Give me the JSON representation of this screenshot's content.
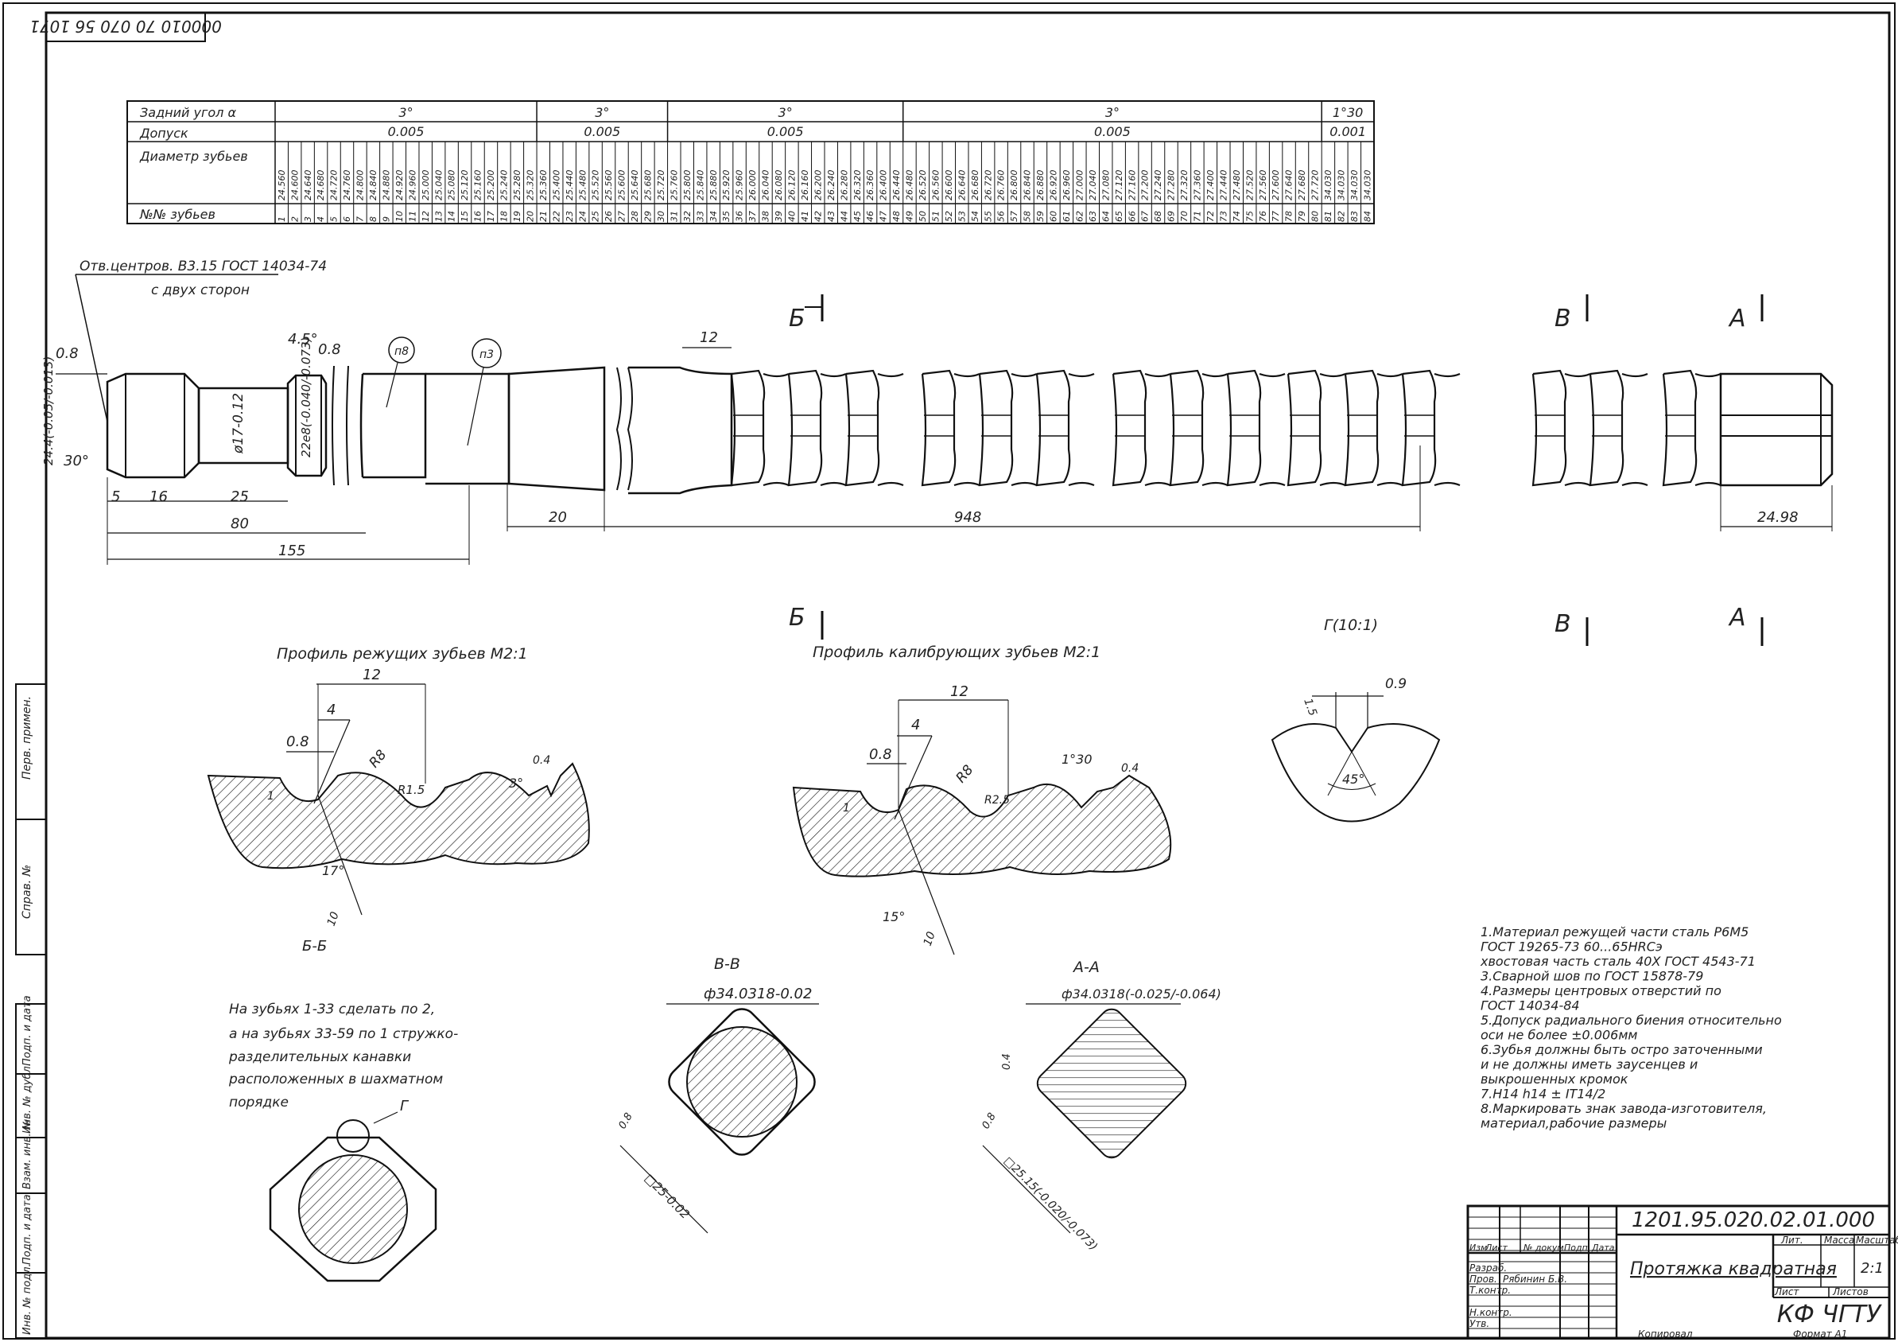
{
  "stamp_code": "000010 70 070 56 1071",
  "table": {
    "row_labels": {
      "angle": "Задний угол α",
      "tol": "Допуск",
      "diam": "Диаметр зубьев",
      "num": "№№ зубьев"
    },
    "angle_values": [
      "3°",
      "3°",
      "3°",
      "3°",
      "1°30"
    ],
    "tol_values": [
      "0.005",
      "0.005",
      "0.005",
      "0.005",
      "0.001"
    ],
    "diameters": [
      "24.560",
      "24.600",
      "24.640",
      "24.680",
      "24.720",
      "24.760",
      "24.800",
      "24.840",
      "24.880",
      "24.920",
      "24.960",
      "25.000",
      "25.040",
      "25.080",
      "25.120",
      "25.160",
      "25.200",
      "25.240",
      "25.280",
      "25.320",
      "25.360",
      "25.400",
      "25.440",
      "25.480",
      "25.520",
      "25.560",
      "25.600",
      "25.640",
      "25.680",
      "25.720",
      "25.760",
      "25.800",
      "25.840",
      "25.880",
      "25.920",
      "25.960",
      "26.000",
      "26.040",
      "26.080",
      "26.120",
      "26.160",
      "26.200",
      "26.240",
      "26.280",
      "26.320",
      "26.360",
      "26.400",
      "26.440",
      "26.480",
      "26.520",
      "26.560",
      "26.600",
      "26.640",
      "26.680",
      "26.720",
      "26.760",
      "26.800",
      "26.840",
      "26.880",
      "26.920",
      "26.960",
      "27.000",
      "27.040",
      "27.080",
      "27.120",
      "27.160",
      "27.200",
      "27.240",
      "27.280",
      "27.320",
      "27.360",
      "27.400",
      "27.440",
      "27.480",
      "27.520",
      "27.560",
      "27.600",
      "27.640",
      "27.680",
      "27.720",
      "34.030",
      "34.030",
      "34.030",
      "34.030"
    ],
    "numbers": [
      "1",
      "2",
      "3",
      "4",
      "5",
      "6",
      "7",
      "8",
      "9",
      "10",
      "11",
      "12",
      "13",
      "14",
      "15",
      "16",
      "17",
      "18",
      "19",
      "20",
      "21",
      "22",
      "23",
      "24",
      "25",
      "26",
      "27",
      "28",
      "29",
      "30",
      "31",
      "32",
      "33",
      "34",
      "35",
      "36",
      "37",
      "38",
      "39",
      "40",
      "41",
      "42",
      "43",
      "44",
      "45",
      "46",
      "47",
      "48",
      "49",
      "50",
      "51",
      "52",
      "53",
      "54",
      "55",
      "56",
      "57",
      "58",
      "59",
      "60",
      "61",
      "62",
      "63",
      "64",
      "65",
      "66",
      "67",
      "68",
      "69",
      "70",
      "71",
      "72",
      "73",
      "74",
      "75",
      "76",
      "77",
      "78",
      "79",
      "80",
      "81",
      "82",
      "83",
      "84"
    ]
  },
  "main_view": {
    "center_holes_note_1": "Отв.центров. В3.15 ГОСТ 14034-74",
    "center_holes_note_2": "с двух сторон",
    "sect_b": "Б",
    "sect_v": "В",
    "sect_a": "А",
    "dim_08a": "0.8",
    "dim_08b": "0.8",
    "dim_45": "4.5°",
    "dim_30": "30°",
    "dim_12": "12",
    "dim_left_diam": "24.4(-0.05/-0.013)",
    "dim_neck": "ø17-0.12",
    "dim_shank": "22е8(-0.040/-0.073)",
    "tag_n8": "п8",
    "tag_n3": "п3",
    "dim_5": "5",
    "dim_16": "16",
    "dim_25": "25",
    "dim_80": "80",
    "dim_155": "155",
    "dim_20": "20",
    "dim_948": "948",
    "dim_2498": "24.98"
  },
  "profiles": {
    "cut_title": "Профиль режущих зубьев М2:1",
    "cal_title": "Профиль калибрующих зубьев М2:1",
    "g_title": "Г(10:1)",
    "cut_dims": {
      "d12": "12",
      "d4": "4",
      "d08": "0.8",
      "r8": "R8",
      "r15": "R1.5",
      "d3": "3°",
      "d04": "0.4",
      "d1": "1",
      "d17": "17°",
      "d10": "10"
    },
    "cal_dims": {
      "d12": "12",
      "d4": "4",
      "d08": "0.8",
      "r8": "R8",
      "r25": "R2.5",
      "d130": "1°30",
      "d04": "0.4",
      "d1": "1",
      "d15": "15°",
      "d10": "10"
    },
    "g_dims": {
      "d09": "0.9",
      "d45": "45°",
      "d15": "1.5"
    },
    "cut_section_label": "Б-Б"
  },
  "sections": {
    "note_1": "На зубьях 1-33 сделать по 2,",
    "note_2": "а на зубьях 33-59 по 1 стружко-",
    "note_3": "разделительных канавки",
    "note_4": "расположенных в шахматном",
    "note_5": "порядке",
    "g_mark": "Г",
    "vv_label": "В-В",
    "vv_diam": "ф34.0318-0.02",
    "vv_sq": "□25-0.02",
    "vv_08": "0.8",
    "aa_label": "А-А",
    "aa_diam": "ф34.0318(-0.025/-0.064)",
    "aa_sq": "□25.15(-0.020/-0.073)",
    "aa_04": "0.4",
    "aa_08": "0.8"
  },
  "requirements": [
    "1.Материал режущей части сталь Р6М5",
    "  ГОСТ 19265-73 60...65HRCэ",
    "хвостовая часть сталь 40Х ГОСТ 4543-71",
    "3.Сварной шов по ГОСТ 15878-79",
    "4.Размеры центровых отверстий по",
    "  ГОСТ 14034-84",
    "5.Допуск радиального биения относительно",
    "  оси не более ±0.006мм",
    "6.Зубья должны быть остро заточенными",
    "  и не должны иметь заусенцев и",
    "  выкрошенных кромок",
    "7.Н14 h14 ± IT14/2",
    "8.Маркировать знак завода-изготовителя,",
    "  материал,рабочие размеры"
  ],
  "side_column": {
    "perv": "Перв. примен.",
    "sprav": "Справ. №",
    "podp1": "Подп. и дата",
    "inv_dubl": "Инв. № дубл.",
    "vzam": "Взам. инв. №",
    "podp2": "Подп. и дата",
    "inv_podl": "Инв. № подл."
  },
  "title_block": {
    "doc_code": "1201.95.020.02.01.000",
    "name": "Протяжка квадратная",
    "h_izm": "Изм",
    "h_list": "Лист",
    "h_ndok": "№ докум.",
    "h_podp": "Подп.",
    "h_data": "Дата",
    "razrab": "Разраб.",
    "prov": "Пров.",
    "tkontr": "Т.контр.",
    "nkontr": "Н.контр.",
    "utv": "Утв.",
    "checker": "Рябинин Б.В.",
    "lit": "Лит.",
    "massa": "Масса",
    "masshtab": "Масштаб",
    "scale": "2:1",
    "list": "Лист",
    "listov": "Листов",
    "org": "КФ ЧГТУ",
    "kopiroval": "Копировал",
    "format": "Формат   А1"
  }
}
